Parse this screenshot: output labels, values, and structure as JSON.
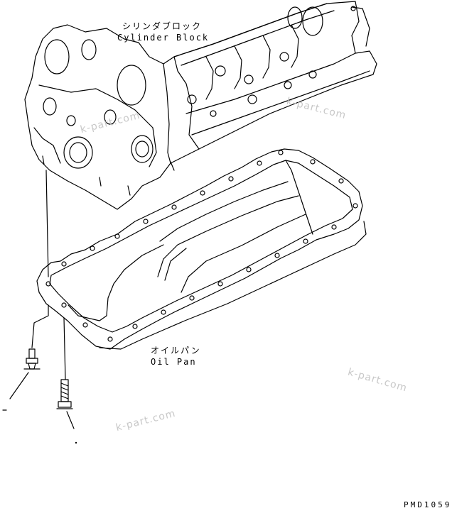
{
  "labels": {
    "cylinder_block_jp": "シリンダブロック",
    "cylinder_block_en": "Cylinder Block",
    "oil_pan_jp": "オイルパン",
    "oil_pan_en": "Oil Pan",
    "drawing_code": "PMD1059"
  },
  "watermark": "k-part.com",
  "colors": {
    "line": "#000000",
    "watermark": "#c8c8c8",
    "background": "#ffffff"
  }
}
